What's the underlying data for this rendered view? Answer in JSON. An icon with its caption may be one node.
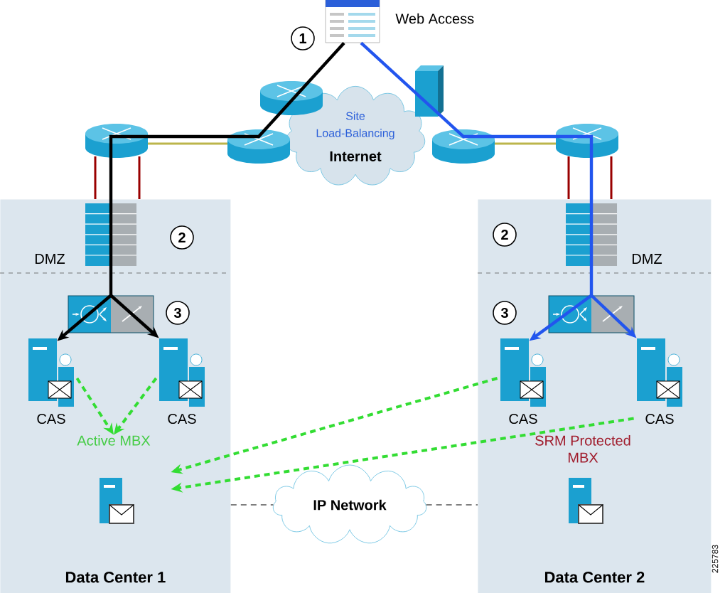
{
  "diagram": {
    "nodes": [
      {
        "text": [],
        "shape": "box",
        "beside": [
          "Web Access"
        ]
      },
      {
        "text": [
          "Site Load-Balancing",
          "Internet"
        ]
      },
      {
        "text": [
          "Data Center 1"
        ]
      },
      {
        "text": [
          "Data Center 2"
        ]
      },
      {
        "text": [],
        "shape": "box",
        "in": 2
      },
      {
        "text": [
          "CAS"
        ],
        "in": 2
      },
      {
        "text": [
          "CAS"
        ],
        "in": 2
      },
      {
        "text": [
          "Active MBX"
        ],
        "in": 2
      },
      {
        "text": [],
        "shape": "box",
        "in": 3
      },
      {
        "text": [
          "CAS"
        ],
        "in": 3
      },
      {
        "text": [
          "CAS"
        ],
        "in": 3
      },
      {
        "text": [
          "SRM Protected MBX"
        ],
        "in": 3
      },
      {
        "text": [
          "IP Network"
        ]
      }
    ],
    "edges": [
      {
        "from": 0,
        "to": 4,
        "arrow": "none",
        "color": "#000000"
      },
      {
        "from": 4,
        "to": 5,
        "arrow": "to",
        "color": "#000000"
      },
      {
        "from": 4,
        "to": 6,
        "arrow": "to",
        "color": "#000000"
      },
      {
        "from": 0,
        "to": 8,
        "arrow": "none",
        "color": "#2255ee"
      },
      {
        "from": 8,
        "to": 9,
        "arrow": "to",
        "color": "#2255ee"
      },
      {
        "from": 8,
        "to": 10,
        "arrow": "to",
        "color": "#2255ee"
      },
      {
        "from": 5,
        "to": 7,
        "arrow": "to",
        "style": "dashed",
        "color": "#33dd33"
      },
      {
        "from": 6,
        "to": 7,
        "arrow": "to",
        "style": "dashed",
        "color": "#33dd33"
      },
      {
        "from": 9,
        "to": 7,
        "arrow": "to",
        "style": "dashed",
        "color": "#33dd33"
      },
      {
        "from": 10,
        "to": 7,
        "arrow": "to",
        "style": "dashed",
        "color": "#33dd33"
      },
      {
        "from": 2,
        "to": 12,
        "arrow": "none",
        "style": "dashed",
        "color": "#555555"
      },
      {
        "from": 12,
        "to": 3,
        "arrow": "none",
        "style": "dashed",
        "color": "#555555"
      }
    ],
    "labels": [
      "1",
      "2",
      "DMZ",
      "3",
      "2",
      "DMZ",
      "3",
      "225783"
    ]
  }
}
